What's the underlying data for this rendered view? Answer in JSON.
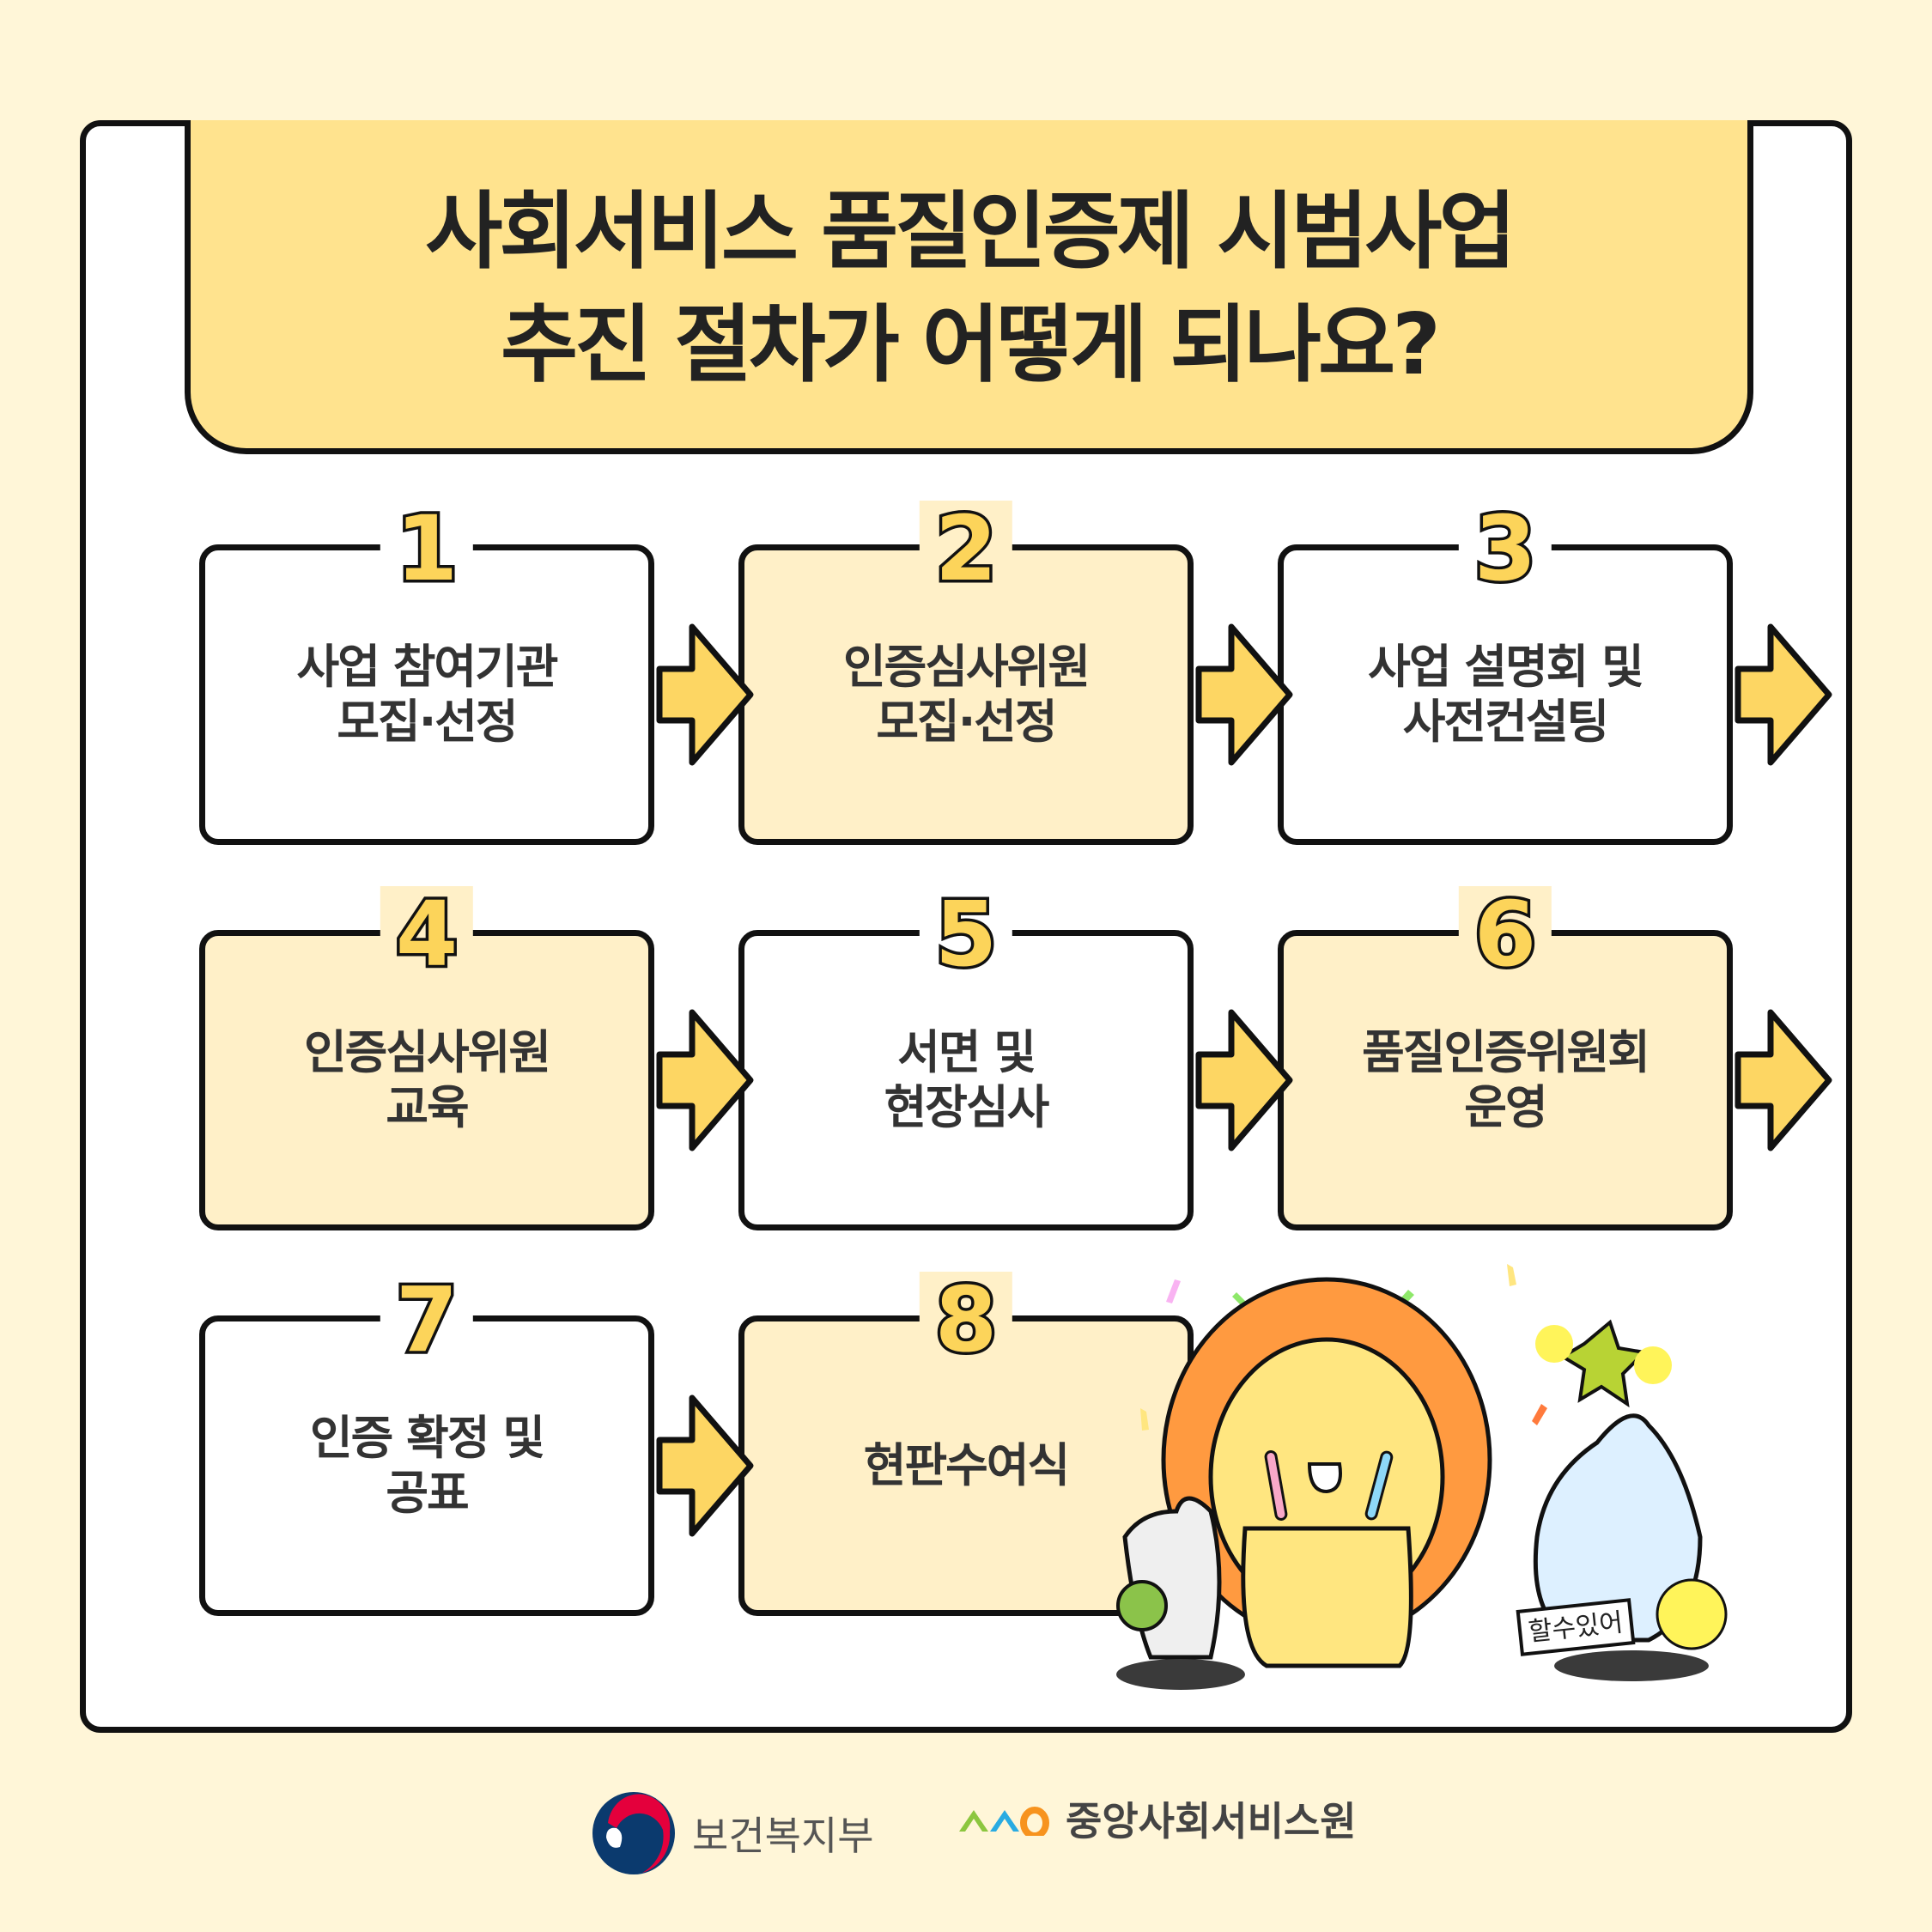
{
  "title": {
    "line1": "사회서비스 품질인증제 시범사업",
    "line2": "추진 절차가 어떻게 되나요?"
  },
  "steps": [
    {
      "number": "1",
      "line1": "사업 참여기관",
      "line2": "모집·선정"
    },
    {
      "number": "2",
      "line1": "인증심사위원",
      "line2": "모집·선정"
    },
    {
      "number": "3",
      "line1": "사업 설명회 및",
      "line2": "사전컨설팅"
    },
    {
      "number": "4",
      "line1": "인증심사위원",
      "line2": "교육"
    },
    {
      "number": "5",
      "line1": "서면 및",
      "line2": "현장심사"
    },
    {
      "number": "6",
      "line1": "품질인증위원회",
      "line2": "운영"
    },
    {
      "number": "7",
      "line1": "인증 확정 및",
      "line2": "공표"
    },
    {
      "number": "8",
      "line1": "현판수여식",
      "line2": ""
    }
  ],
  "illustration": {
    "sign_text": "할수있어"
  },
  "footer": {
    "ministry": "보건복지부",
    "agency": "중앙사회서비스원"
  },
  "colors": {
    "background": "#FFF6D8",
    "header": "#FFE38E",
    "cream_box": "#FFF0C8",
    "arrow": "#FDD663",
    "number": "#FCD45A"
  }
}
